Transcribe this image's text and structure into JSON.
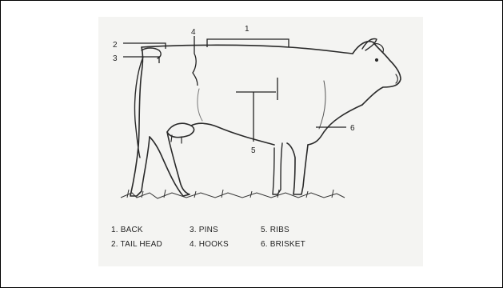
{
  "diagram": {
    "callouts": [
      {
        "number": "1",
        "name": "BACK"
      },
      {
        "number": "2",
        "name": "TAIL HEAD"
      },
      {
        "number": "3",
        "name": "PINS"
      },
      {
        "number": "4",
        "name": "HOOKS"
      },
      {
        "number": "5",
        "name": "RIBS"
      },
      {
        "number": "6",
        "name": "BRISKET"
      }
    ],
    "legend": [
      "1. BACK",
      "2. TAIL HEAD",
      "3. PINS",
      "4. HOOKS",
      "5. RIBS",
      "6. BRISKET"
    ],
    "colors": {
      "ink": "#222222",
      "panel": "#f4f4f2",
      "border": "#000000"
    }
  }
}
